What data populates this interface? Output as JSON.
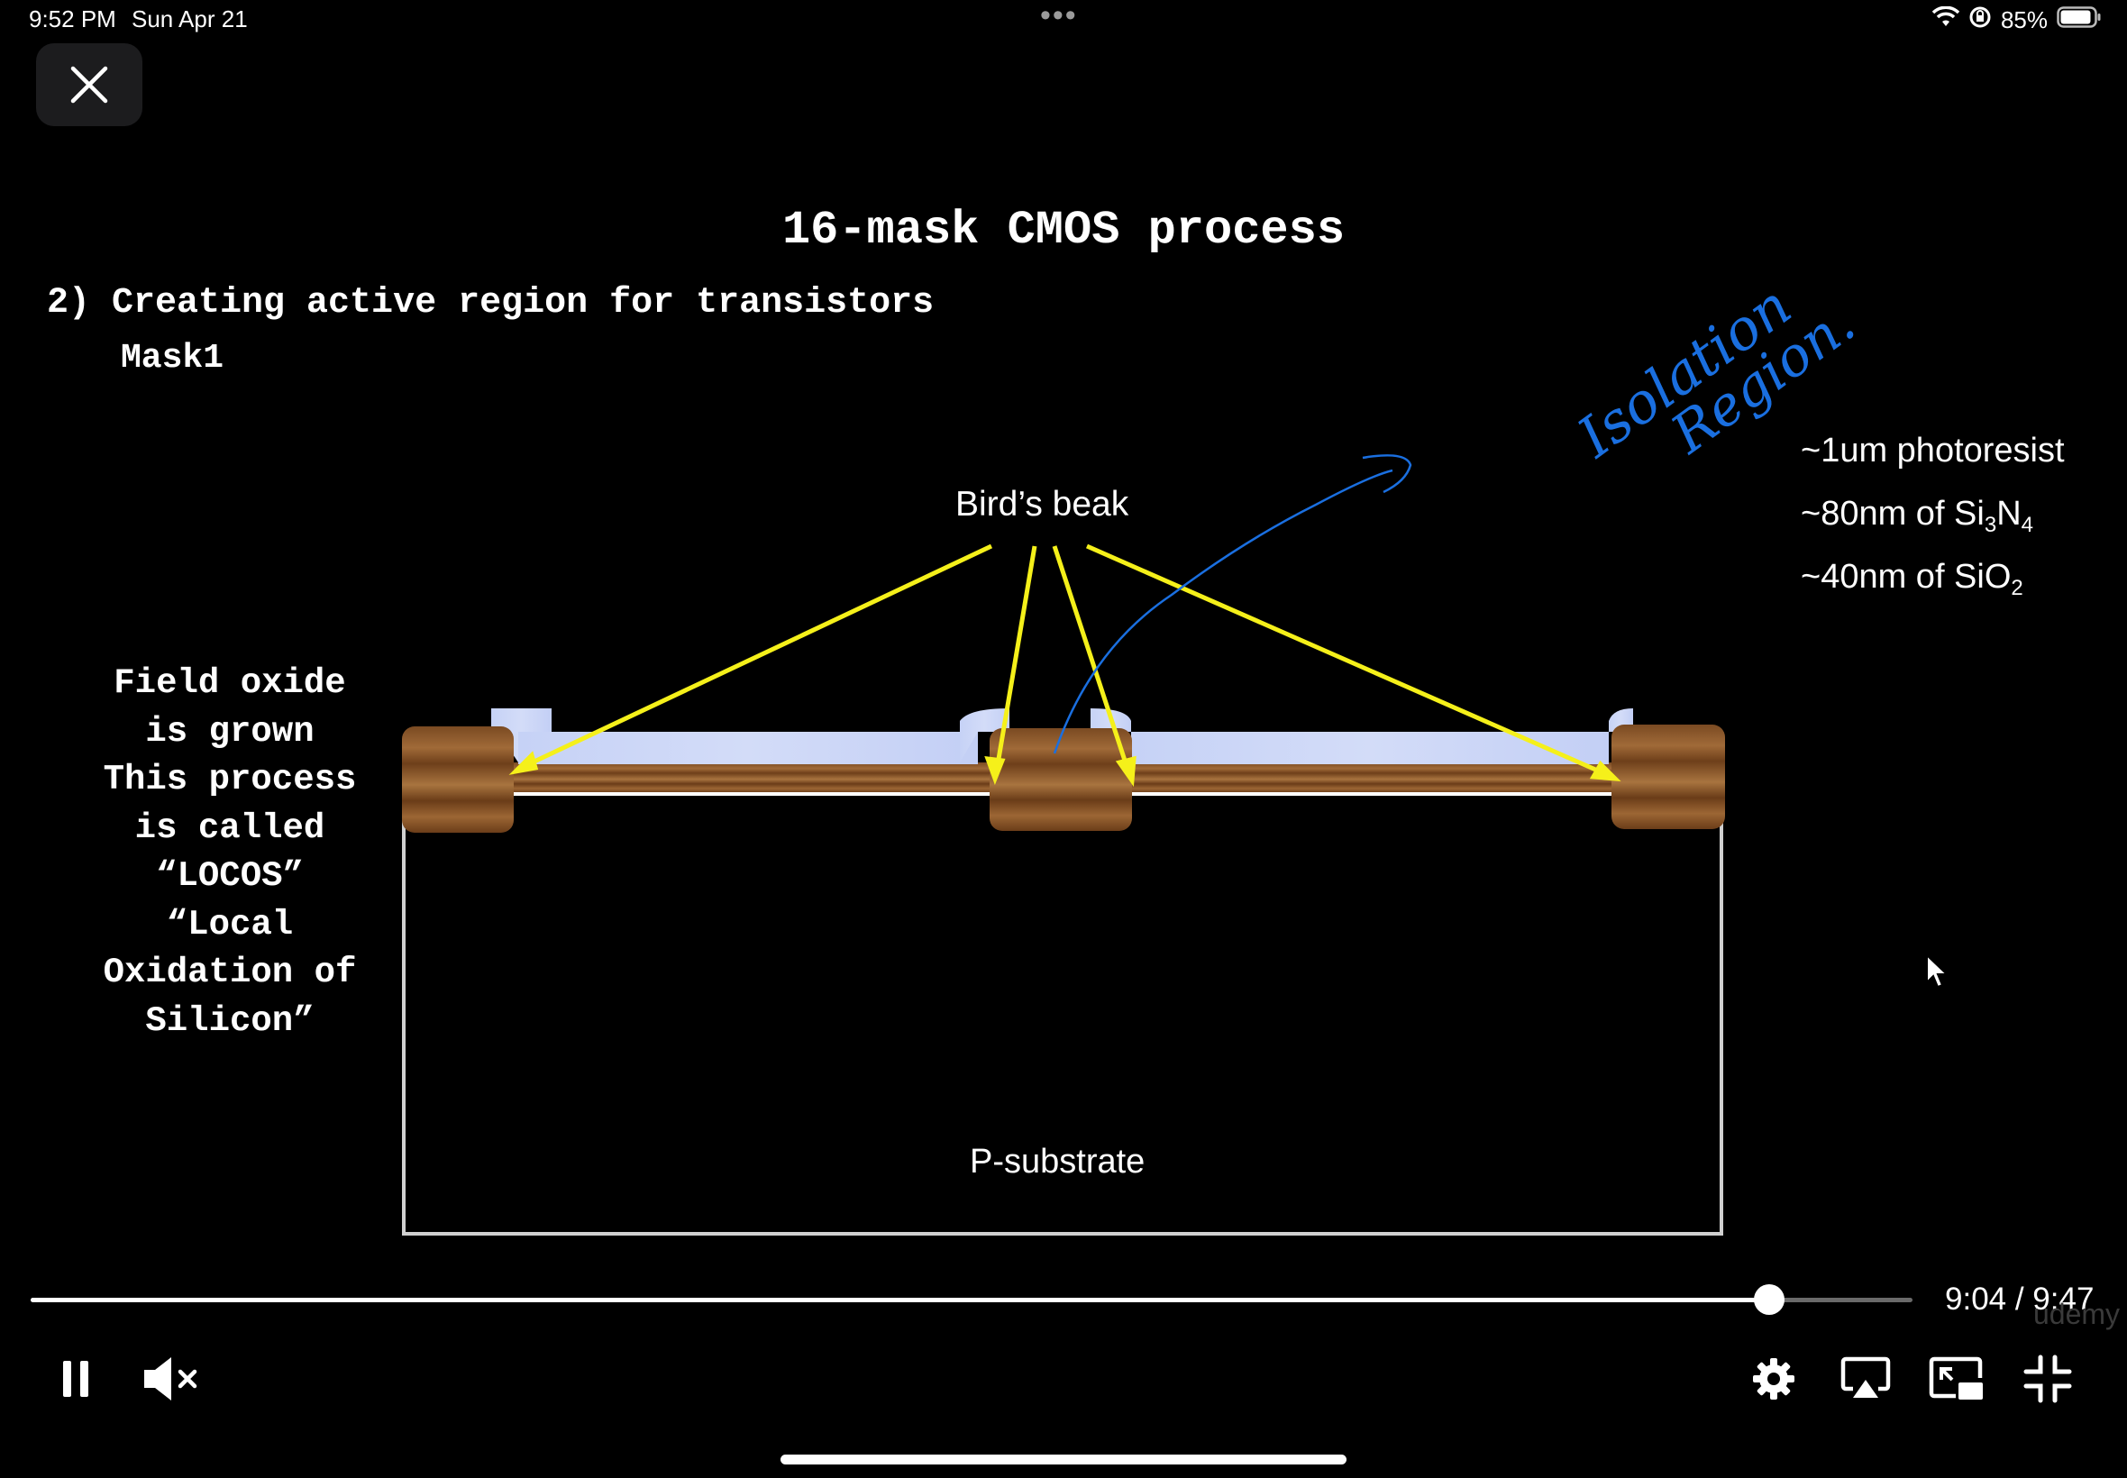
{
  "status_bar": {
    "time": "9:52 PM",
    "date": "Sun Apr 21",
    "dots": "•••",
    "battery": "85%",
    "icons": [
      "wifi-icon",
      "screen-lock-icon",
      "battery-icon"
    ]
  },
  "slide": {
    "title": "16-mask CMOS process",
    "subtitle": "2) Creating active region for transistors",
    "mask_label": "Mask1",
    "left_note_lines": [
      "Field oxide",
      "is grown",
      "This process",
      "is called",
      "“LOCOS”",
      "“Local",
      "Oxidation of",
      "Silicon”"
    ],
    "layer_notes": [
      {
        "text": "~1um photoresist"
      },
      {
        "prefix": "~80nm of Si",
        "sub1": "3",
        "mid": "N",
        "sub2": "4"
      },
      {
        "prefix": "~40nm of SiO",
        "sub1": "2"
      }
    ],
    "beak_label": "Bird’s beak",
    "substrate_label": "P-substrate",
    "handwriting_line1": "Isolation",
    "handwriting_line2": "Region.",
    "colors": {
      "arrow": "#f5f01a",
      "oxide": "#8a5a2b",
      "nitride": "#c9d4f5",
      "handwriting": "#1a6fe0"
    }
  },
  "player": {
    "time_readout": "9:04 / 9:47",
    "watermark": "udemy",
    "progress": 0.924,
    "controls": [
      "pause-icon",
      "mute-icon",
      "settings-gear-icon",
      "airplay-icon",
      "picture-in-picture-icon",
      "exit-fullscreen-icon"
    ]
  }
}
